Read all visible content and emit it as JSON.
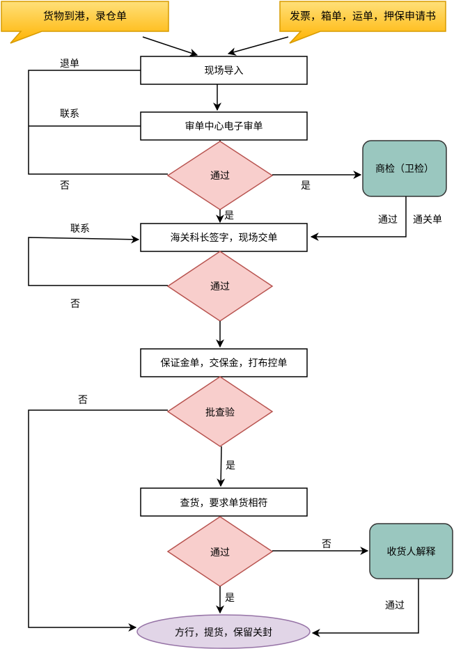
{
  "callouts": {
    "left": "货物到港，录仓单",
    "right": "发票，箱单，运单，押保申请书"
  },
  "nodes": {
    "import": "现场导入",
    "review_center": "审单中心电子审单",
    "pass1": "通过",
    "inspection": "商检（卫检）",
    "customs_sign": "海关科长签字，现场交单",
    "pass2": "通过",
    "deposit": "保证金单，交保金，打布控单",
    "batch_check": "批查验",
    "check_goods": "查货，要求单货相符",
    "pass3": "通过",
    "consignee_explain": "收货人解释",
    "release": "方行，提货，保留关封"
  },
  "edges": {
    "return_doc": "退单",
    "contact1": "联系",
    "no1": "否",
    "yes1_right": "是",
    "yes1_down": "是",
    "inspect_pass": "通过",
    "customs_doc": "通关单",
    "contact2": "联系",
    "no2": "否",
    "no3": "否",
    "yes3": "是",
    "no4": "否",
    "yes4": "是",
    "explain_pass": "通过"
  },
  "colors": {
    "callout_fill": "#ffcd28",
    "callout_stroke": "#d79b00",
    "diamond_fill": "#f8cecc",
    "diamond_stroke": "#b85450",
    "rounded_fill": "#9ac7bf",
    "rounded_stroke": "#333333",
    "ellipse_fill": "#e1d5e7",
    "ellipse_stroke": "#9673a6"
  }
}
